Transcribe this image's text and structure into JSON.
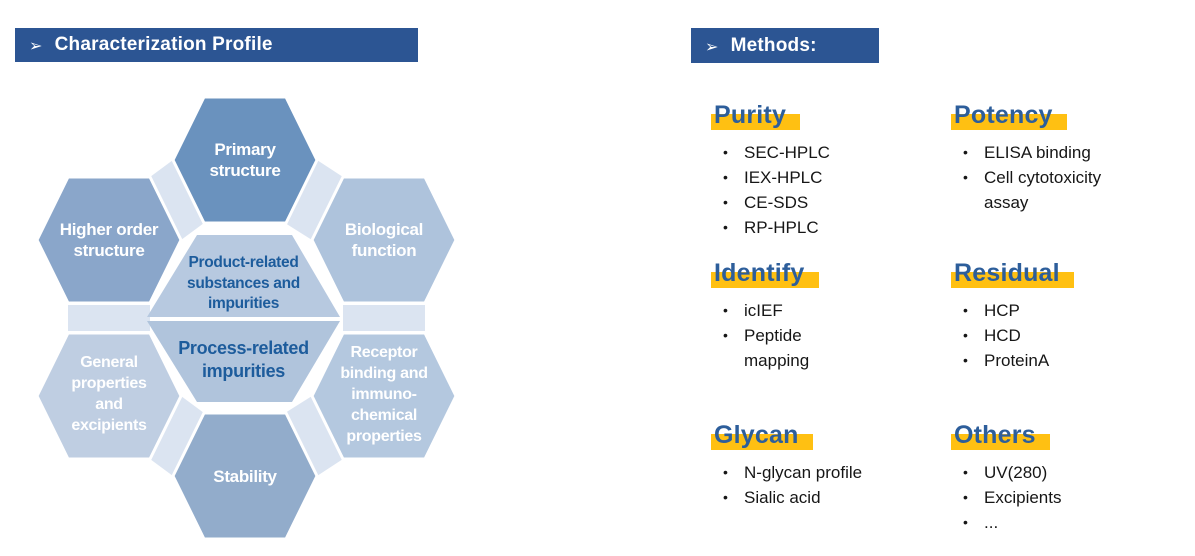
{
  "titles": {
    "left": "Characterization Profile",
    "right": "Methods:",
    "arrow_icon": "➢"
  },
  "diagram": {
    "petals": [
      {
        "id": "primary",
        "label": "Primary\nstructure"
      },
      {
        "id": "higher",
        "label": "Higher order\nstructure"
      },
      {
        "id": "biological",
        "label": "Biological\nfunction"
      },
      {
        "id": "general",
        "label": "General\nproperties\nand\nexcipients"
      },
      {
        "id": "receptor",
        "label": "Receptor\nbinding and\nimmuno-\nchemical\nproperties"
      },
      {
        "id": "stability",
        "label": "Stability"
      }
    ],
    "center": {
      "top_label": "Product-related\nsubstances and\nimpurities",
      "bottom_label": "Process-related\nimpurities"
    }
  },
  "methods": {
    "bullet_icon": "•",
    "sections": [
      {
        "title": "Purity",
        "items": [
          "SEC-HPLC",
          "IEX-HPLC",
          "CE-SDS",
          "RP-HPLC"
        ]
      },
      {
        "title": "Potency",
        "items": [
          "ELISA binding",
          "Cell cytotoxicity\nassay"
        ]
      },
      {
        "title": "Identify",
        "items": [
          "icIEF",
          "Peptide\nmapping"
        ]
      },
      {
        "title": "Residual",
        "items": [
          "HCP",
          "HCD",
          "ProteinA"
        ]
      },
      {
        "title": "Glycan",
        "items": [
          "N-glycan profile",
          "Sialic acid"
        ]
      },
      {
        "title": "Others",
        "items": [
          "UV(280)",
          "Excipients",
          "..."
        ]
      }
    ]
  },
  "palette": {
    "title_bar_blue": "#2C5593",
    "heading_blue": "#2D5E9B",
    "highlight_gold": "#FFC012",
    "petal_primary": "#6A92BE",
    "petal_higher_order": "#8AA6CA",
    "petal_biological": "#AEC3DC",
    "petal_general": "#BFCEE2",
    "petal_receptor": "#B4C8DF",
    "petal_stability": "#92ACCB",
    "center_top": "#B7C9E0",
    "center_bottom": "#B0C4DC",
    "connector_wedge": "#DBE4F1",
    "center_text_blue": "#1D5C9C"
  }
}
